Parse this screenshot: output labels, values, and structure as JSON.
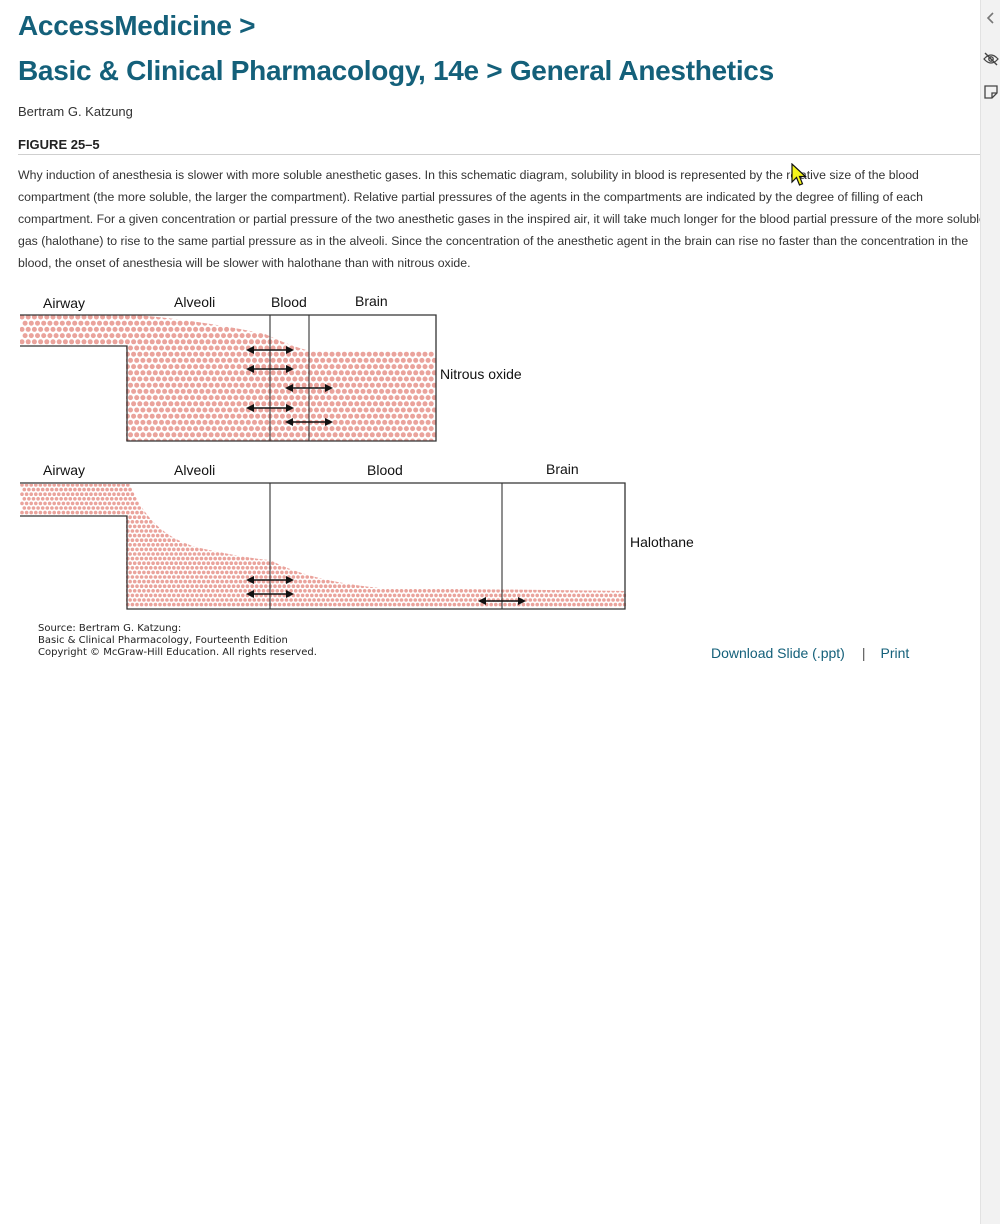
{
  "breadcrumb": {
    "site": "AccessMedicine >",
    "book_chapter": "Basic & Clinical Pharmacology, 14e > General Anesthetics"
  },
  "author": "Bertram G. Katzung",
  "figure": {
    "label": "FIGURE 25–5",
    "caption": "Why induction of anesthesia is slower with more soluble anesthetic gases. In this schematic diagram, solubility in blood is represented by the relative size of the blood compartment (the more soluble, the larger the compartment). Relative partial pressures of the agents in the compartments are indicated by the degree of filling of each compartment. For a given concentration or partial pressure of the two anesthetic gases in the inspired air, it will take much longer for the blood partial pressure of the more soluble gas (halothane) to rise to the same partial pressure as in the alveoli. Since the concentration of the anesthetic agent in the brain can rise no faster than the concentration in the blood, the onset of anesthesia will be slower with halothane than with nitrous oxide.",
    "diagram": {
      "nitrous": {
        "airway": "Airway",
        "alveoli": "Alveoli",
        "blood": "Blood",
        "brain": "Brain",
        "agent": "Nitrous oxide"
      },
      "halothane": {
        "airway": "Airway",
        "alveoli": "Alveoli",
        "blood": "Blood",
        "brain": "Brain",
        "agent": "Halothane"
      },
      "dot_color": "#eaa39c"
    },
    "source": {
      "line1": "Source: Bertram G. Katzung:",
      "line2": "Basic & Clinical Pharmacology, Fourteenth Edition",
      "line3": "Copyright © McGraw-Hill Education. All rights reserved."
    }
  },
  "actions": {
    "download": "Download Slide (.ppt)",
    "separator": "|",
    "print": "Print"
  },
  "side_rail": {
    "icons": [
      "chevron-left-icon",
      "eye-off-icon",
      "note-icon"
    ]
  },
  "theme": {
    "link_color": "#14607a"
  }
}
